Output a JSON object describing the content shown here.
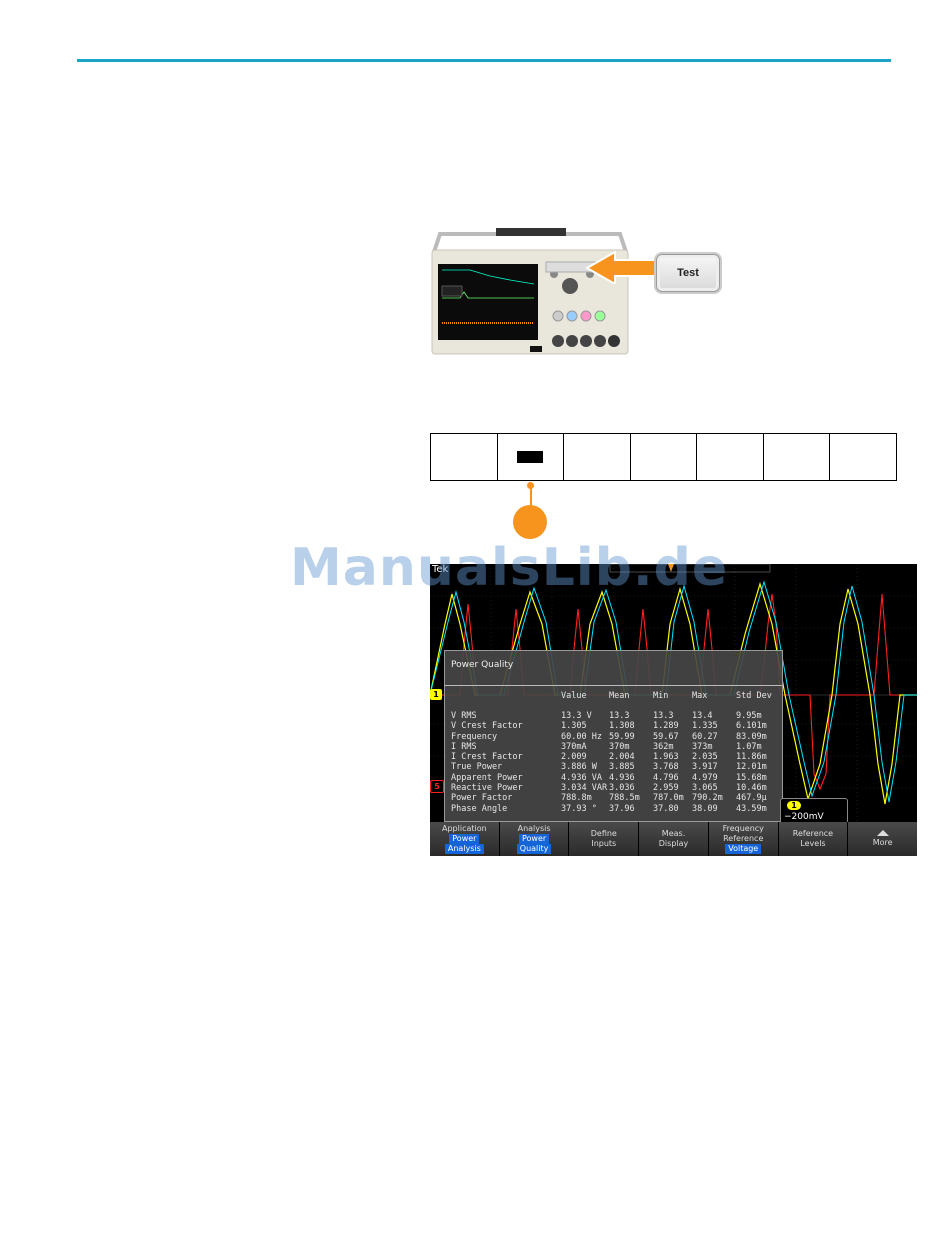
{
  "test_button": {
    "label": "Test"
  },
  "watermark": {
    "text": "ManualsLib.de"
  },
  "screen": {
    "brand": "Tek",
    "scale_badge": "1",
    "scale_value": "−200mV",
    "channel_markers": [
      "1",
      "5"
    ]
  },
  "power_quality": {
    "title": "Power Quality",
    "columns": [
      "",
      "Value",
      "Mean",
      "Min",
      "Max",
      "Std Dev"
    ],
    "rows": [
      [
        "V RMS",
        "13.3 V",
        "13.3",
        "13.3",
        "13.4",
        "9.95m"
      ],
      [
        "V Crest Factor",
        "1.305",
        "1.308",
        "1.289",
        "1.335",
        "6.101m"
      ],
      [
        "Frequency",
        "60.00 Hz",
        "59.99",
        "59.67",
        "60.27",
        "83.09m"
      ],
      [
        "I RMS",
        "370mA",
        "370m",
        "362m",
        "373m",
        "1.07m"
      ],
      [
        "I Crest Factor",
        "2.009",
        "2.004",
        "1.963",
        "2.035",
        "11.86m"
      ],
      [
        "True Power",
        "3.886 W",
        "3.885",
        "3.768",
        "3.917",
        "12.01m"
      ],
      [
        "Apparent Power",
        "4.936 VA",
        "4.936",
        "4.796",
        "4.979",
        "15.68m"
      ],
      [
        "Reactive Power",
        "3.034 VAR",
        "3.036",
        "2.959",
        "3.065",
        "10.46m"
      ],
      [
        "Power Factor",
        "788.8m",
        "788.5m",
        "787.0m",
        "790.2m",
        "467.9μ"
      ],
      [
        "Phase Angle",
        "37.93 °",
        "37.96",
        "37.80",
        "38.09",
        "43.59m"
      ]
    ]
  },
  "menu": [
    {
      "lines": [
        "Application"
      ],
      "selected": [
        "Power",
        "Analysis"
      ]
    },
    {
      "lines": [
        "Analysis"
      ],
      "selected": [
        "Power",
        "Quality"
      ]
    },
    {
      "lines": [
        "Define",
        "Inputs"
      ],
      "selected": []
    },
    {
      "lines": [
        "Meas.",
        "Display"
      ],
      "selected": []
    },
    {
      "lines": [
        "Frequency",
        "Reference"
      ],
      "selected": [
        "Voltage"
      ]
    },
    {
      "lines": [
        "Reference",
        "Levels"
      ],
      "selected": []
    },
    {
      "lines": [
        "More"
      ],
      "selected": []
    }
  ],
  "colors": {
    "accent": "#1aa3c4",
    "callout": "#f7941d",
    "ch1": "#ffff00",
    "ch2": "#00e5ff",
    "ch3": "#ff2020",
    "menu_selected": "#1565d8"
  }
}
